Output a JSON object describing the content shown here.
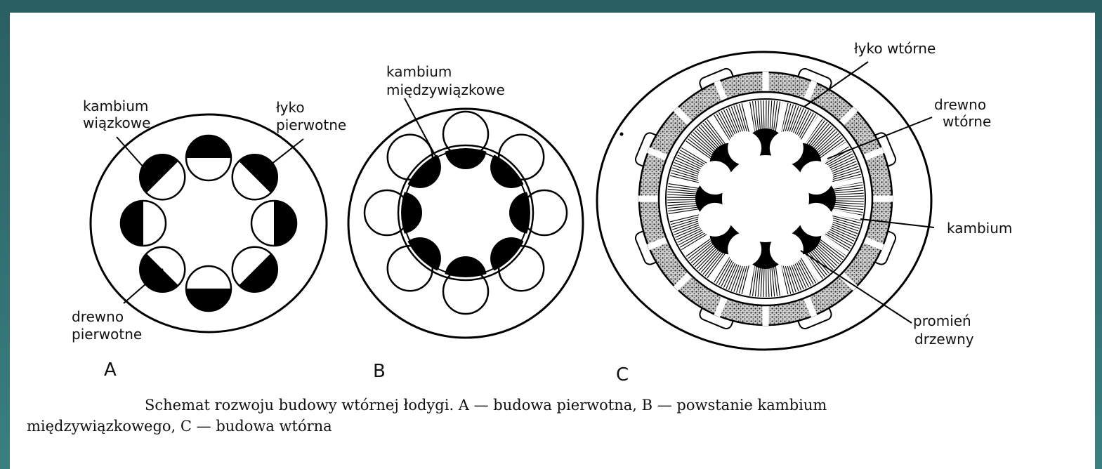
{
  "labels": {
    "a_kambium_wiazkowe_1": "kambium",
    "a_kambium_wiazkowe_2": "wiązkowe",
    "a_lyko_pierwotne_1": "łyko",
    "a_lyko_pierwotne_2": "pierwotne",
    "a_drewno_pierwotne_1": "drewno",
    "a_drewno_pierwotne_2": "pierwotne",
    "b_kambium_miedzy_1": "kambium",
    "b_kambium_miedzy_2": "międzywiązkowe",
    "c_lyko_wtorne": "łyko wtórne",
    "c_drewno_wtorne_1": "drewno",
    "c_drewno_wtorne_2": "wtórne",
    "c_kambium": "kambium",
    "c_promien_1": "promień",
    "c_promien_2": "drzewny"
  },
  "panels": {
    "a": "A",
    "b": "B",
    "c": "C"
  },
  "caption": {
    "line1": "Schemat rozwoju budowy wtórnej łodygi. A — budowa pierwotna, B — powstanie kambium",
    "line2": "międzywiązkowego, C — budowa wtórna"
  }
}
